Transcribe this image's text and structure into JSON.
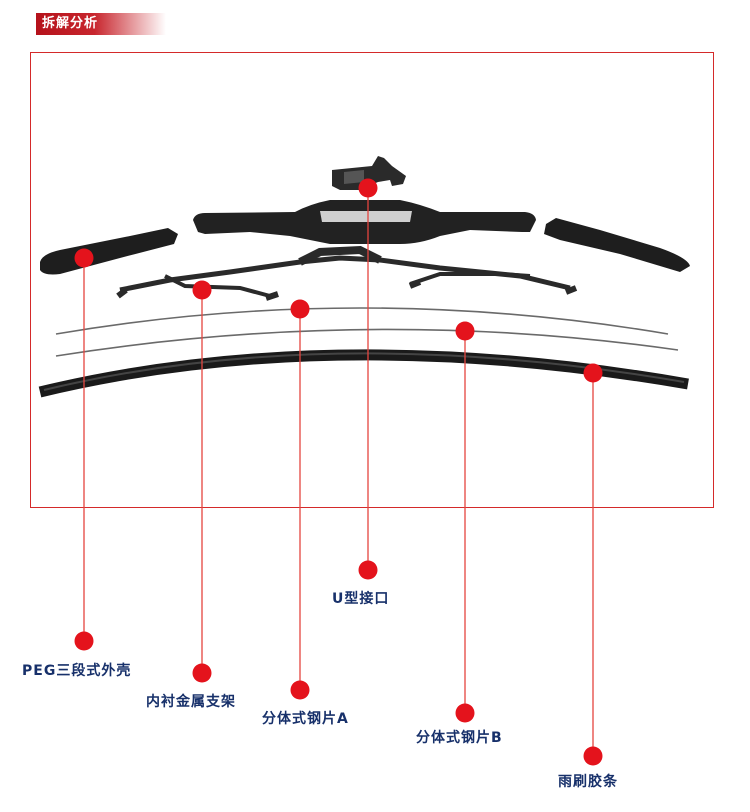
{
  "header": {
    "title": "拆解分析"
  },
  "colors": {
    "accent": "#d61a1a",
    "label": "#17306a",
    "frame": "#d42a2a"
  },
  "labels": {
    "u_connector": "U型接口",
    "peg_shell": "PEG三段式外壳",
    "inner_frame": "内衬金属支架",
    "steel_a": "分体式钢片A",
    "steel_b": "分体式钢片B",
    "rubber_strip": "雨刷胶条"
  }
}
